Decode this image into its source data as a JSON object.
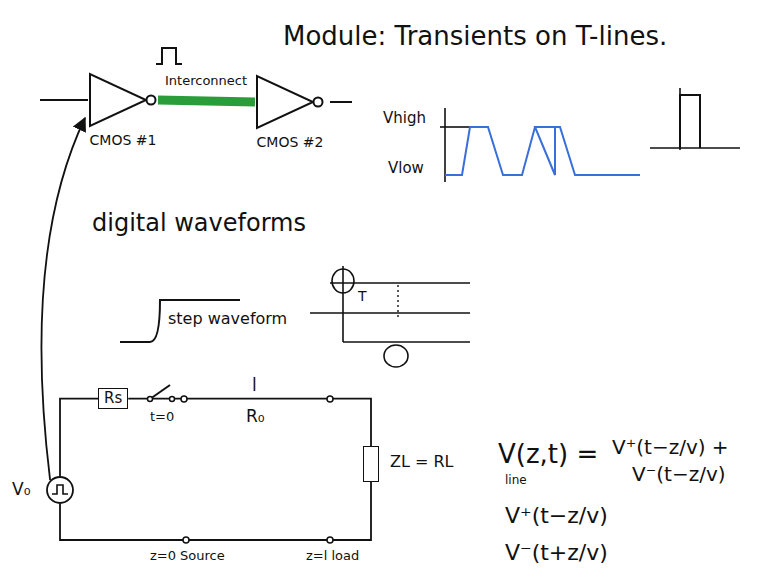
{
  "diagram": {
    "title": "Module: Transients on T-lines.",
    "nodes": [
      {
        "text": [
          "CMOS #1"
        ]
      },
      {
        "text": [
          "CMOS #2"
        ]
      },
      {
        "text": [
          "V₀"
        ]
      },
      {
        "text": [
          "Rs"
        ]
      },
      {
        "text": [
          "ZL = RL"
        ]
      }
    ],
    "edges": [
      {
        "from": 0,
        "to": 1,
        "label": "Interconnect",
        "arrow": "none"
      },
      {
        "from": 2,
        "to": 0,
        "arrow": "to"
      },
      {
        "from": 2,
        "to": 3,
        "arrow": "none"
      },
      {
        "from": 3,
        "to": 4,
        "arrow": "none"
      },
      {
        "from": 4,
        "to": 2,
        "arrow": "none"
      }
    ],
    "labels": [
      "Vhigh",
      "Vlow",
      "digital waveforms",
      "step waveform",
      "T",
      "l",
      "R₀",
      "t=0",
      "z=0 Source",
      "z=l load",
      "V(z,t) =",
      "line",
      "V⁺(t−z/v) +",
      "V⁻(t−z/v)",
      "V⁺(t−z/v)",
      "V⁻(t+z/v)"
    ]
  }
}
